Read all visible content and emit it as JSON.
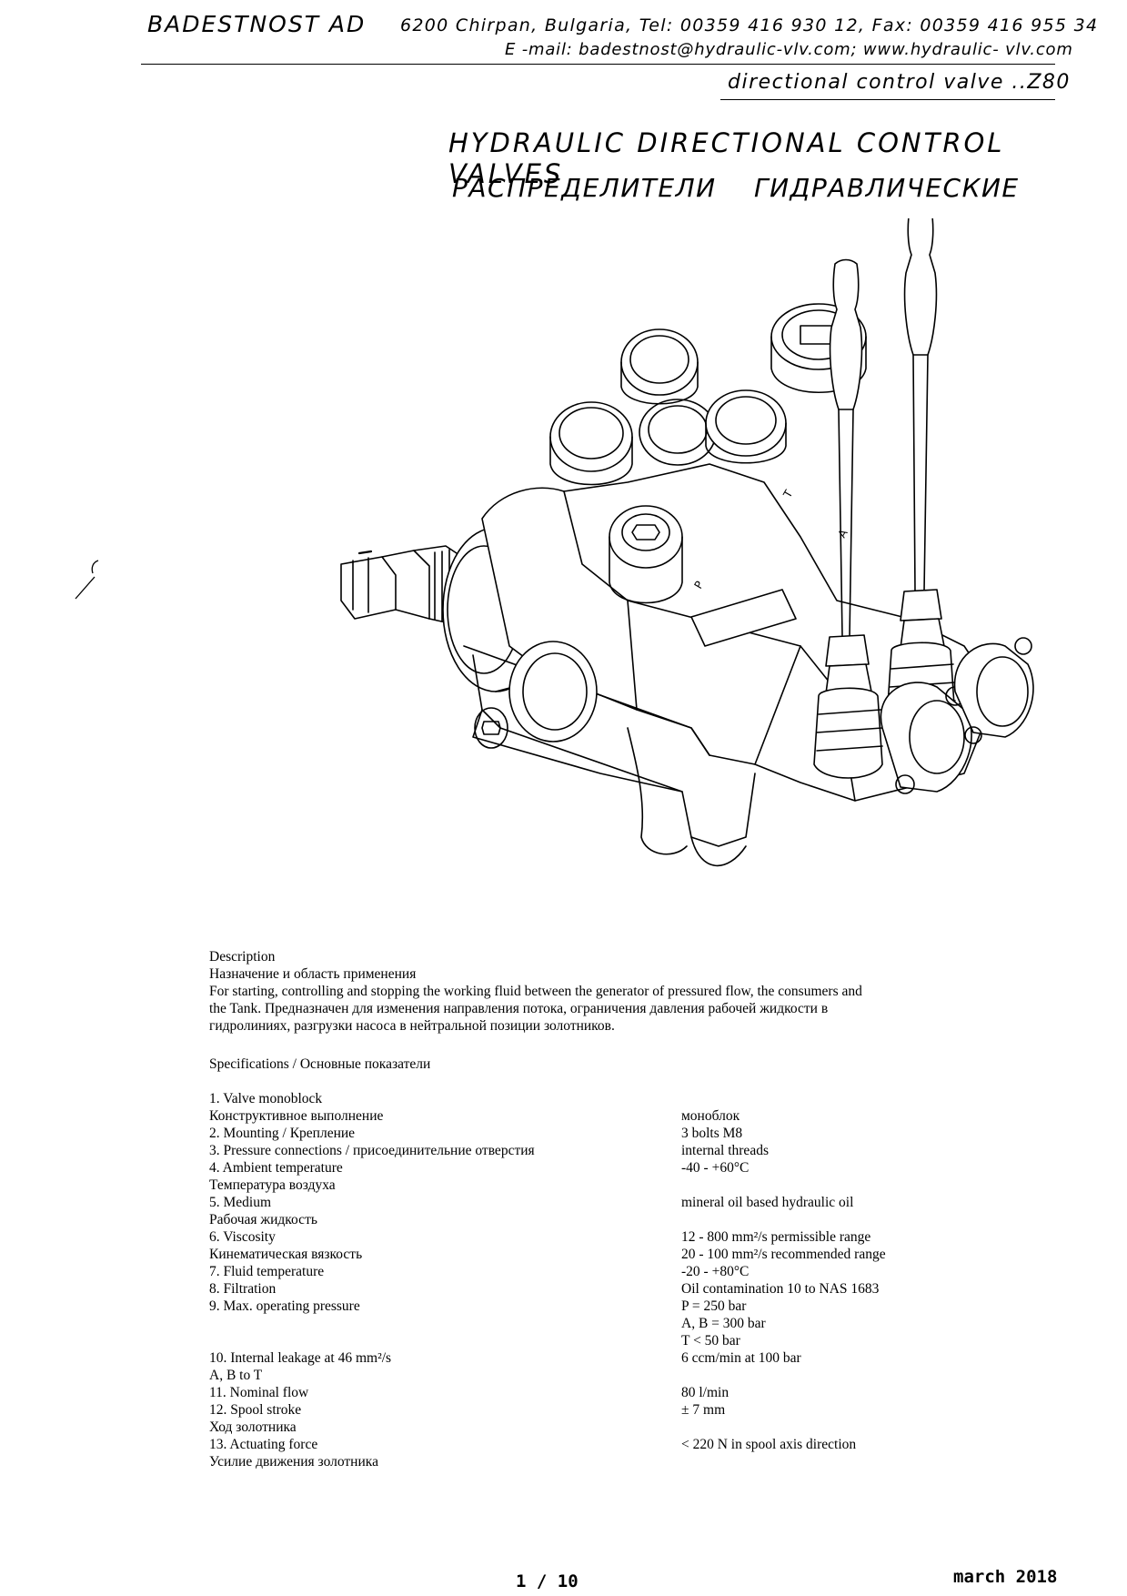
{
  "header": {
    "company": "BADESTNOST AD",
    "address": "6200 Chirpan, Bulgaria, Tel: 00359 416 930 12, Fax: 00359 416 955 34",
    "email_line": "E -mail: badestnost@hydraulic-vlv.com;  www.hydraulic- vlv.com",
    "doc_title": "directional control valve ..Z80"
  },
  "title": {
    "en": "HYDRAULIC DIRECTIONAL CONTROL VALVES",
    "ru_left": "РАСПРЕДЕЛИТЕЛИ",
    "ru_right": "ГИДРАВЛИЧЕСКИЕ"
  },
  "drawing": {
    "port_labels": [
      "P",
      "T",
      "A"
    ]
  },
  "description": {
    "lines": [
      "Description",
      "Назначение и область применения",
      "For starting, controlling and stopping the working fluid between the generator of pressured flow, the consumers and",
      "the Tank. Предназначен для изменения направления потока, ограничения давления рабочей жидкости в",
      "гидролиниях, разгрузки насоса в нейтральной позиции золотников."
    ]
  },
  "specs_heading": "Specifications / Основные показатели",
  "specs": [
    {
      "label": "1. Valve monoblock",
      "value": ""
    },
    {
      "label": "Конструктивное выполнение",
      "value": "моноблок"
    },
    {
      "label": "2. Mounting / Крепление",
      "value": "3 bolts M8"
    },
    {
      "label": "3. Pressure connections / присоединительние отверстия",
      "value": "internal threads"
    },
    {
      "label": "4. Ambient temperature",
      "value": "-40 - +60°C"
    },
    {
      "label": "Температура воздуха",
      "value": ""
    },
    {
      "label": "5. Medium",
      "value": "mineral oil based hydraulic oil"
    },
    {
      "label": "Рабочая жидкость",
      "value": ""
    },
    {
      "label": "6. Viscosity",
      "value": "12 - 800 mm²/s permissible range"
    },
    {
      "label": "Кинематическая вязкость",
      "value": "20 - 100 mm²/s recommended range"
    },
    {
      "label": "7. Fluid temperature",
      "value": "-20 - +80°C"
    },
    {
      "label": "8. Filtration",
      "value": "Oil contamination 10 to NAS 1683"
    },
    {
      "label": "9. Max. operating pressure",
      "value": "P = 250 bar"
    },
    {
      "label": "",
      "value": "A, B = 300 bar"
    },
    {
      "label": "",
      "value": "T < 50 bar"
    },
    {
      "label": "10. Internal leakage at 46 mm²/s",
      "value": "6 ccm/min at 100 bar"
    },
    {
      "label": "A, B to T",
      "value": ""
    },
    {
      "label": "11. Nominal flow",
      "value": "80 l/min"
    },
    {
      "label": "12. Spool stroke",
      "value": "± 7 mm"
    },
    {
      "label": "Ход золотника",
      "value": ""
    },
    {
      "label": "13. Actuating force",
      "value": "< 220 N in spool axis direction"
    },
    {
      "label": "Усилие движения золотника",
      "value": ""
    }
  ],
  "footer": {
    "page": "1 / 10",
    "date": "march 2018"
  }
}
